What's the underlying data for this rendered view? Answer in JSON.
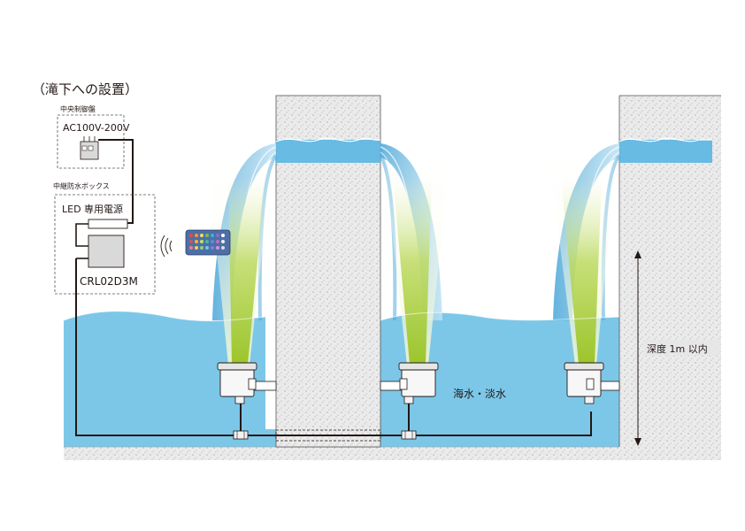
{
  "title": "（滝下への設置）",
  "control_panel": {
    "label": "中央制御盤",
    "voltage": "AC100V-200V"
  },
  "relay_box": {
    "label": "中継防水ボックス",
    "power_supply": "LED 専用電源",
    "controller": "CRL02D3M"
  },
  "water_label": "海水・淡水",
  "depth_label": "深度 1m 以内",
  "colors": {
    "water": "#7cc7e8",
    "water_surface": "#5ab6e2",
    "wall": "#e6e6e6",
    "beam": "#a6c93a",
    "cable": "#231815"
  }
}
